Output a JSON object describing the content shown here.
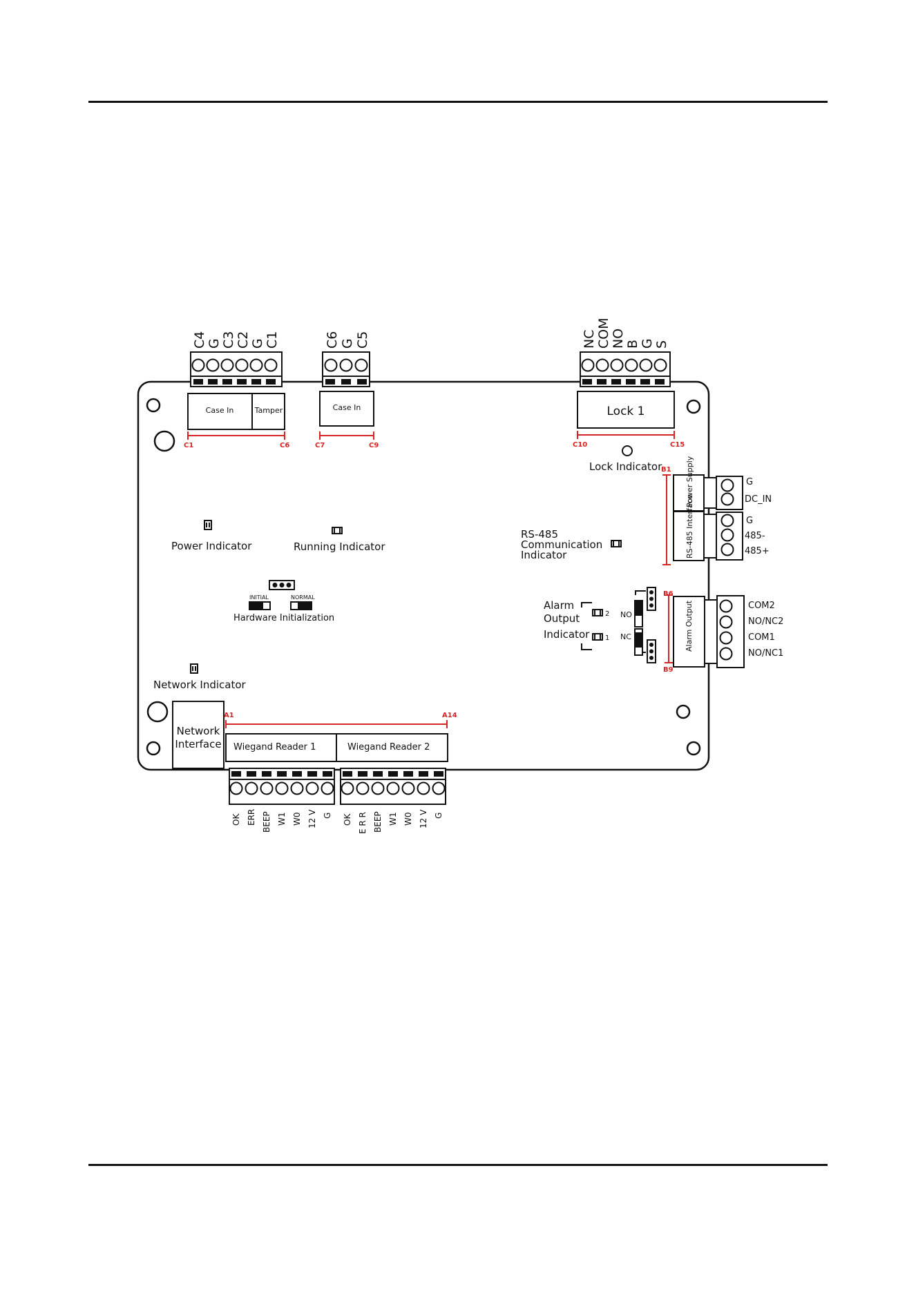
{
  "colors": {
    "line": "#111111",
    "dimension": "#d62424",
    "board": "#ffffff"
  },
  "connectors": {
    "case_in_tamper": {
      "pins": [
        "C4",
        "G",
        "C3",
        "C2",
        "G",
        "C1"
      ],
      "section_a": "Case In",
      "section_b": "Tamper",
      "start": "C1",
      "end": "C6"
    },
    "case_in_2": {
      "pins": [
        "C6",
        "G",
        "C5"
      ],
      "label": "Case In",
      "start": "C7",
      "end": "C9"
    },
    "lock": {
      "pins": [
        "NC",
        "COM",
        "NO",
        "B",
        "G",
        "S"
      ],
      "label": "Lock 1",
      "start": "C10",
      "end": "C15"
    },
    "power_supply": {
      "label": "Power Supply",
      "pins": [
        "G",
        "DC_IN"
      ]
    },
    "rs485_interface": {
      "label": "RS-485 Interface",
      "pins": [
        "G",
        "485-",
        "485+"
      ]
    },
    "right_range": {
      "start": "B1"
    },
    "alarm_output": {
      "label": "Alarm Output",
      "pins": [
        "COM2",
        "NO/NC2",
        "COM1",
        "NO/NC1"
      ],
      "start": "B6",
      "end": "B9"
    },
    "network_interface": {
      "label_line1": "Network",
      "label_line2": "Interface"
    },
    "wiegand_1": {
      "label": "Wiegand Reader 1",
      "pins": [
        "OK",
        "ERR",
        "BEEP",
        "W1",
        "W0",
        "12 V",
        "G"
      ]
    },
    "wiegand_2": {
      "label": "Wiegand Reader 2",
      "pins": [
        "OK",
        "E R R",
        "BEEP",
        "W1",
        "W0",
        "12 V",
        "G"
      ]
    },
    "wiegand_range": {
      "start": "A1",
      "end": "A14"
    }
  },
  "indicators": {
    "lock": "Lock  Indicator",
    "power": "Power Indicator",
    "running": "Running Indicator",
    "rs485_line1": "RS-485",
    "rs485_line2": "Communication",
    "rs485_line3": "Indicator",
    "network": "Network Indicator",
    "alarm_line1": "Alarm",
    "alarm_line2": "Output",
    "alarm_line3": "Indicator",
    "alarm_index_2": "2",
    "alarm_index_1": "1"
  },
  "hardware_init": {
    "initial": "INITIAL",
    "normal": "NORMAL",
    "label": "Hardware Initialization"
  },
  "alarm_jumpers": {
    "no": "NO",
    "nc": "NC"
  }
}
